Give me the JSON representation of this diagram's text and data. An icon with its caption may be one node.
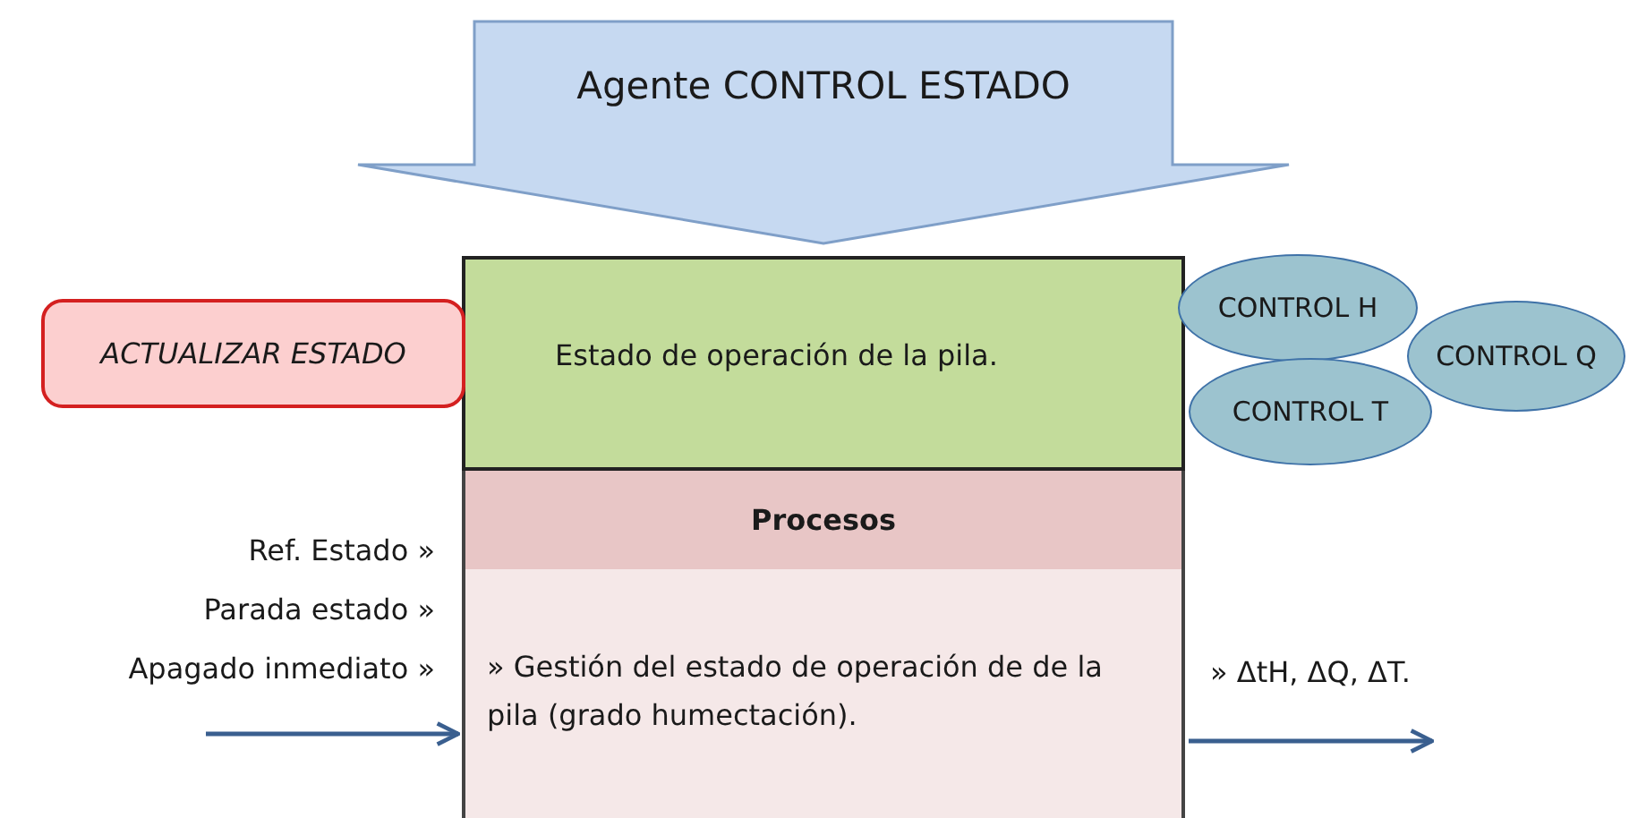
{
  "diagram": {
    "nodes": [
      {
        "text": [
          "Agente CONTROL ESTADO"
        ]
      },
      {
        "text": [
          "Estado de operación de la pila."
        ]
      },
      {
        "text": [
          "Procesos",
          "» Gestión del estado de operación de de la pila (grado humectación)."
        ]
      },
      {
        "text": [
          "ACTUALIZAR ESTADO"
        ]
      },
      {
        "text": [
          "CONTROL H"
        ]
      },
      {
        "text": [
          "CONTROL Q"
        ]
      },
      {
        "text": [
          "CONTROL T"
        ]
      }
    ],
    "edges": [
      {
        "from": null,
        "to": 2,
        "arrow": "to"
      },
      {
        "from": 2,
        "to": null,
        "arrow": "to"
      }
    ],
    "labels": [
      "Ref. Estado »",
      "Parada estado »",
      "Apagado inmediato »",
      "» ΔtH, ΔQ, ΔT."
    ]
  }
}
